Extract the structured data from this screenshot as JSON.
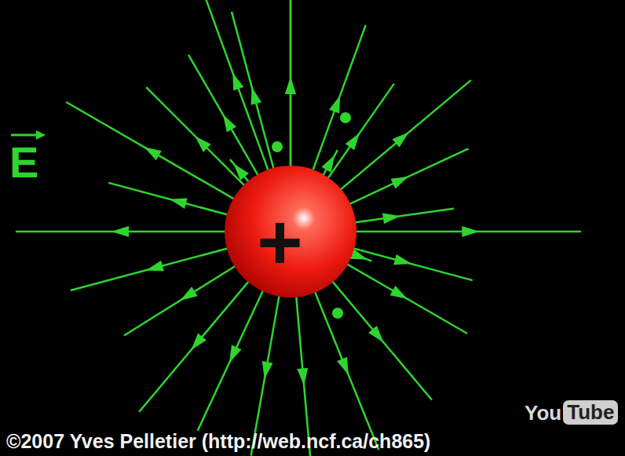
{
  "diagram": {
    "nodes": [
      {
        "text": [
          "+"
        ]
      }
    ],
    "labels": [
      "E",
      "©2007 Yves Pelletier (http://web.ncf.ca/ch865)",
      "You",
      "Tube"
    ]
  }
}
